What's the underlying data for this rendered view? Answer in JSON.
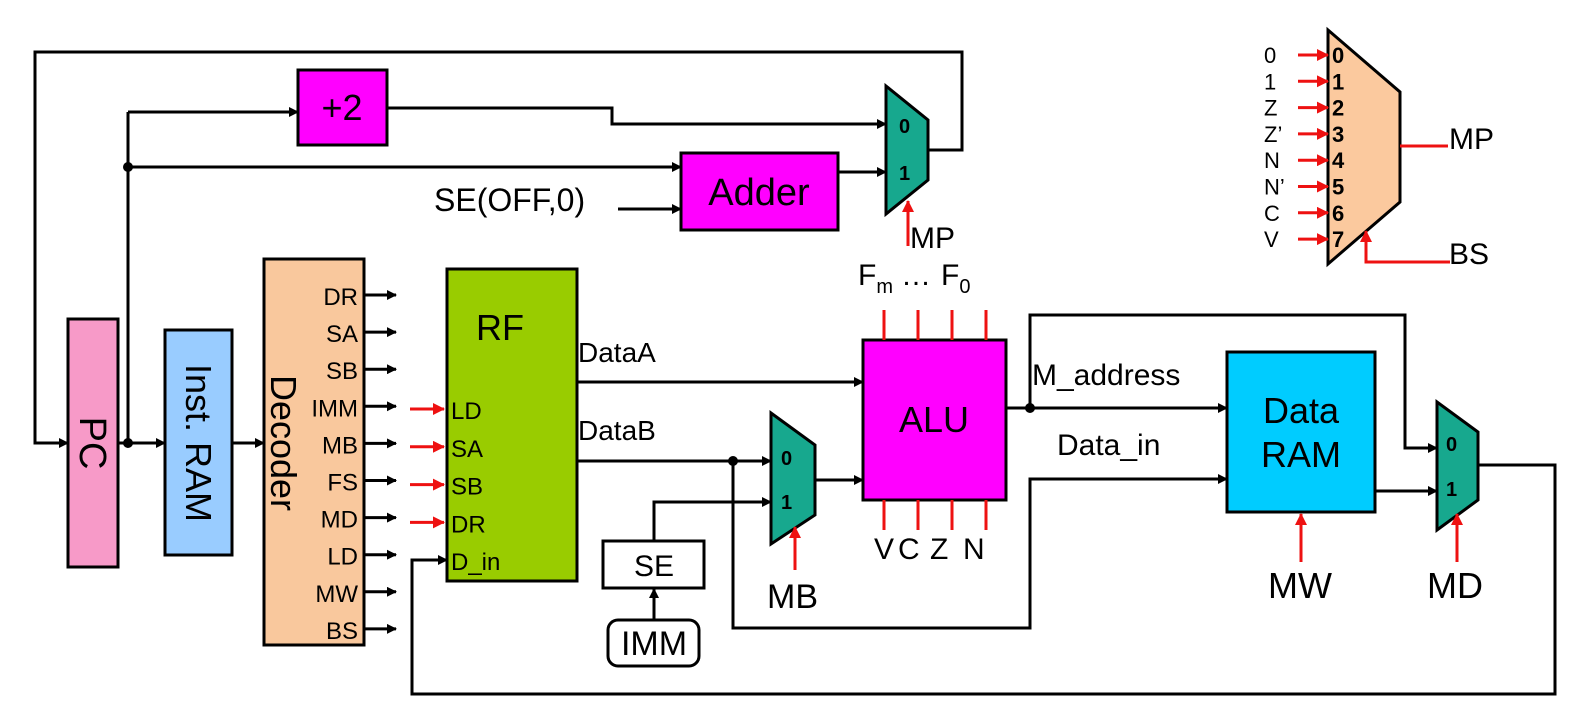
{
  "colors": {
    "pc": "#f79ac8",
    "inst_ram": "#99ccff",
    "decoder": "#f9c89d",
    "rf": "#99cc00",
    "alu": "#ff00ff",
    "adder": "#ff00ff",
    "plus2": "#ff00ff",
    "data_ram": "#00ccff",
    "mux": "#17a88e",
    "status_mux": "#fbc99e",
    "control_arrow": "#ee1111"
  },
  "blocks": {
    "pc": "PC",
    "inst_ram": "Inst. RAM",
    "decoder": "Decoder",
    "rf": "RF",
    "alu": "ALU",
    "adder": "Adder",
    "plus2": "+2",
    "data_ram_line1": "Data",
    "data_ram_line2": "RAM",
    "se": "SE",
    "imm": "IMM"
  },
  "decoder_outputs": [
    "DR",
    "SA",
    "SB",
    "IMM",
    "MB",
    "FS",
    "MD",
    "LD",
    "MW",
    "BS"
  ],
  "rf_ports": {
    "inputs": [
      "LD",
      "SA",
      "SB",
      "DR",
      "D_in"
    ],
    "data_a": "DataA",
    "data_b": "DataB"
  },
  "labels": {
    "se_off": "SE(OFF,0)",
    "mp": "MP",
    "mb": "MB",
    "mw": "MW",
    "md": "MD",
    "bs": "BS",
    "m_address": "M_address",
    "data_in": "Data_in",
    "f_m": "F",
    "f_m_sub": "m",
    "f_dots": "…",
    "f_0": "F",
    "f_0_sub": "0"
  },
  "alu_flags": [
    "V",
    "C",
    "Z",
    "N"
  ],
  "mux_inputs": {
    "zero": "0",
    "one": "1"
  },
  "status_mux": {
    "inputs": [
      "0",
      "1",
      "Z",
      "Z’",
      "N",
      "N’",
      "C",
      "V"
    ],
    "selects": [
      "0",
      "1",
      "2",
      "3",
      "4",
      "5",
      "6",
      "7"
    ],
    "output": "MP",
    "select_signal": "BS"
  }
}
